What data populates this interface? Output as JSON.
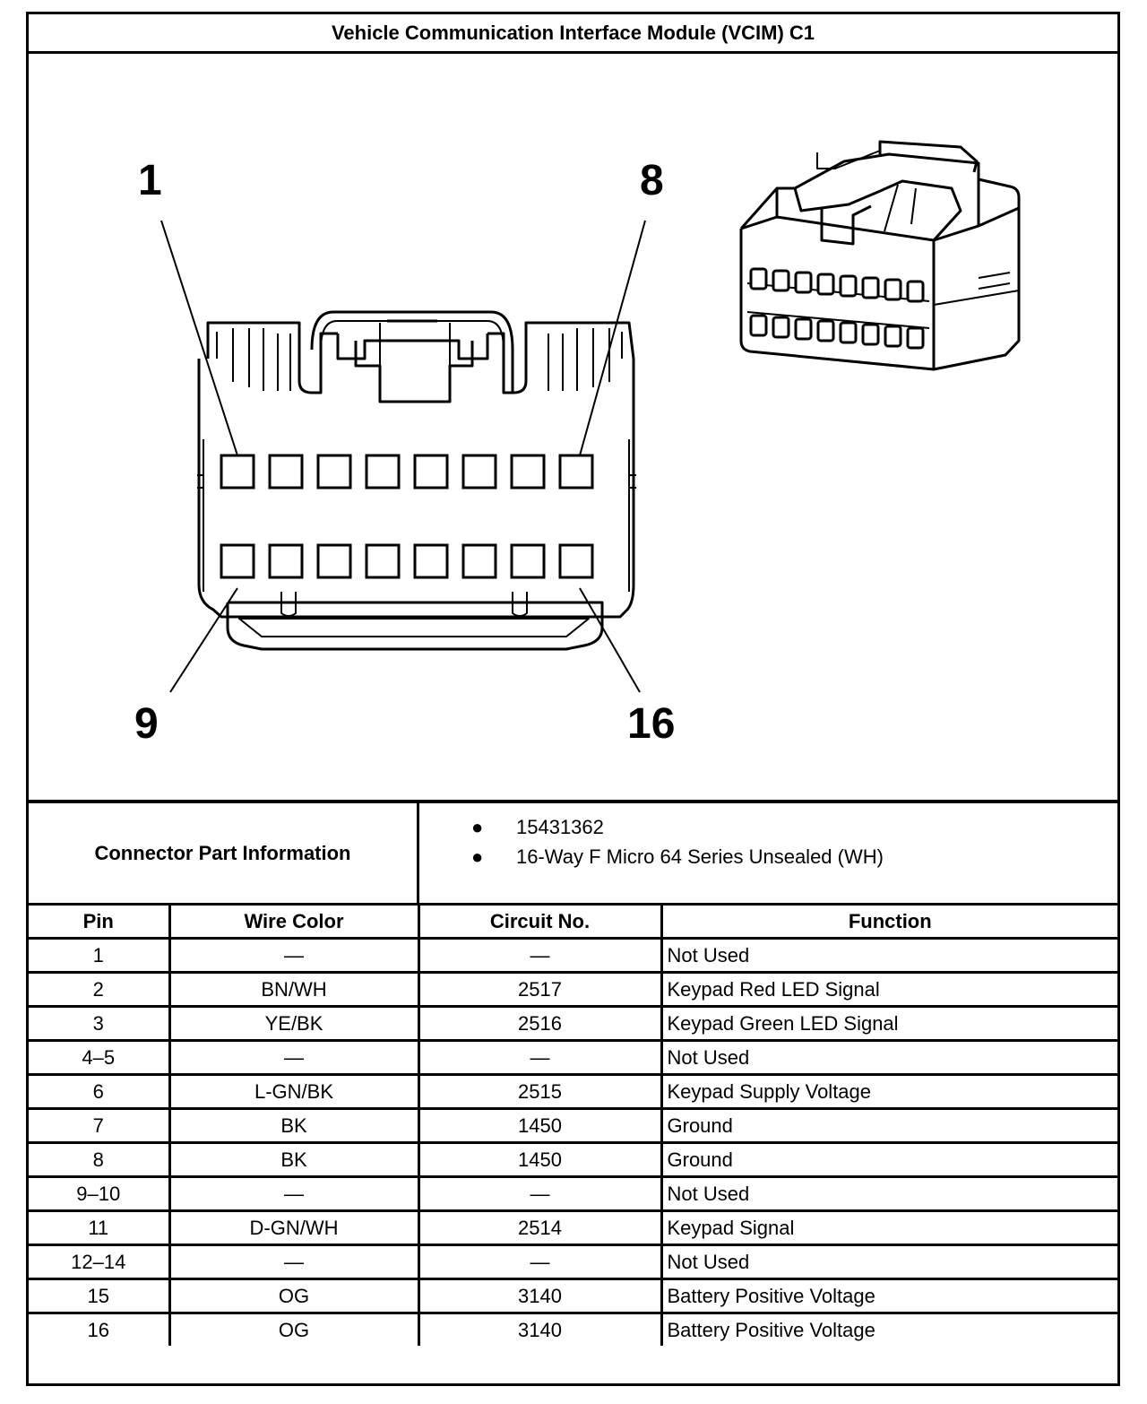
{
  "title": "Vehicle Communication Interface Module (VCIM) C1",
  "callouts": {
    "top_left": "1",
    "top_right": "8",
    "bottom_left": "9",
    "bottom_right": "16"
  },
  "connector_info": {
    "label": "Connector Part Information",
    "items": [
      "15431362",
      "16-Way F Micro 64 Series Unsealed (WH)"
    ]
  },
  "table": {
    "headers": [
      "Pin",
      "Wire Color",
      "Circuit No.",
      "Function"
    ],
    "rows": [
      [
        "1",
        "—",
        "—",
        "Not Used"
      ],
      [
        "2",
        "BN/WH",
        "2517",
        "Keypad Red LED Signal"
      ],
      [
        "3",
        "YE/BK",
        "2516",
        "Keypad Green LED Signal"
      ],
      [
        "4–5",
        "—",
        "—",
        "Not Used"
      ],
      [
        "6",
        "L-GN/BK",
        "2515",
        "Keypad Supply Voltage"
      ],
      [
        "7",
        "BK",
        "1450",
        "Ground"
      ],
      [
        "8",
        "BK",
        "1450",
        "Ground"
      ],
      [
        "9–10",
        "—",
        "—",
        "Not Used"
      ],
      [
        "11",
        "D-GN/WH",
        "2514",
        "Keypad Signal"
      ],
      [
        "12–14",
        "—",
        "—",
        "Not Used"
      ],
      [
        "15",
        "OG",
        "3140",
        "Battery Positive Voltage"
      ],
      [
        "16",
        "OG",
        "3140",
        "Battery Positive Voltage"
      ]
    ]
  }
}
